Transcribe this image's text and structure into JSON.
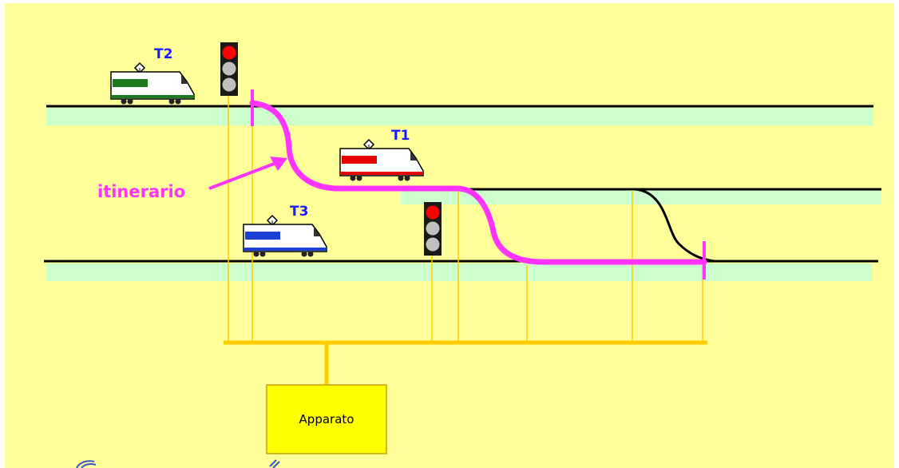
{
  "trains": [
    {
      "id": "T2",
      "label": "T2",
      "color": "#1e7a1e"
    },
    {
      "id": "T1",
      "label": "T1",
      "color": "#e60000"
    },
    {
      "id": "T3",
      "label": "T3",
      "color": "#1a3fd1"
    }
  ],
  "route": {
    "label": "itinerario",
    "color": "#ff33ff"
  },
  "interlocking": {
    "label": "Apparato",
    "color": "#ffff00"
  },
  "colors": {
    "background": "#ffff99",
    "platform": "#ccffcc",
    "rail": "#000000",
    "wiring": "#ffcc00",
    "signal_red": "#ff0000",
    "signal_off": "#c0c0c0"
  }
}
